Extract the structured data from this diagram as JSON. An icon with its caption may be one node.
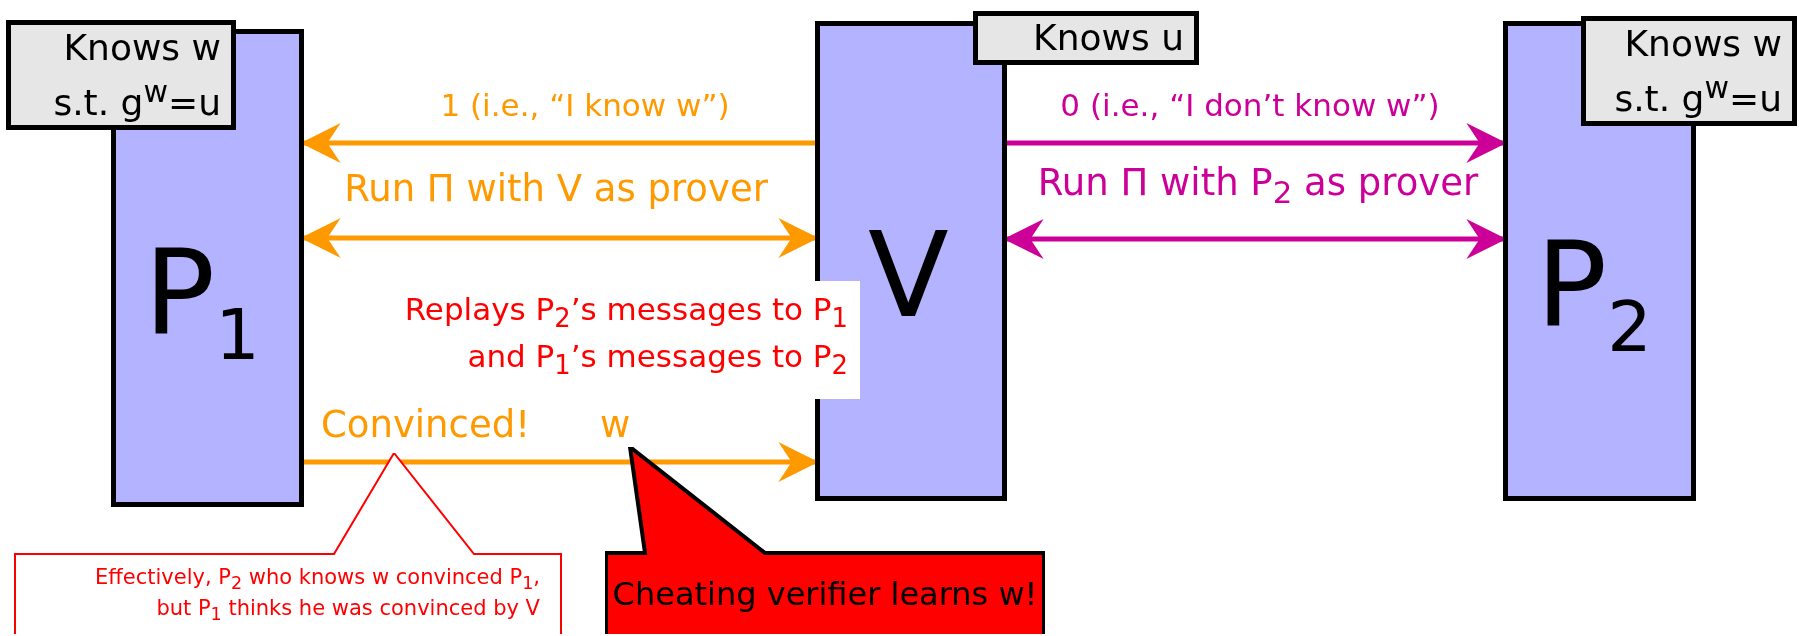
{
  "diagram": {
    "nodes": [
      {
        "text": [
          "P$_{1}$"
        ]
      },
      {
        "text": [
          "Knows w s.t. g$^{w}$=u"
        ]
      },
      {
        "text": [
          "V"
        ]
      },
      {
        "text": [
          "Knows u"
        ]
      },
      {
        "text": [
          "P$_{2}$"
        ]
      },
      {
        "text": [
          "Knows w s.t. g$^{w}$=u"
        ]
      },
      {
        "text": [
          "Effectively, P$_{2}$ who knows w convinced P$_{1}$, but P$_{1}$ thinks he was convinced by V"
        ]
      },
      {
        "text": [
          "Cheating verifier learns w!"
        ]
      }
    ],
    "edges": [
      {
        "from": 2,
        "to": 0,
        "arrow": "to",
        "label": "1  (i.e., “I know w”)"
      },
      {
        "from": 0,
        "to": 2,
        "arrow": "both",
        "label": "Run Π with V as prover"
      },
      {
        "from": 2,
        "to": 4,
        "arrow": "to",
        "label": "0  (i.e., “I don’t know w”)",
        "color": "#cc0099"
      },
      {
        "from": 2,
        "to": 4,
        "arrow": "both",
        "label": "Run Π with P$_{2}$ as prover",
        "color": "#cc0099"
      },
      {
        "from": 0,
        "to": 2,
        "arrow": "to",
        "label": "Convinced!"
      }
    ],
    "labels": [
      "Replays P$_{2}$’s messages to P$_{1}$ and P$_{1}$’s messages to P$_{2}$",
      "w"
    ]
  }
}
